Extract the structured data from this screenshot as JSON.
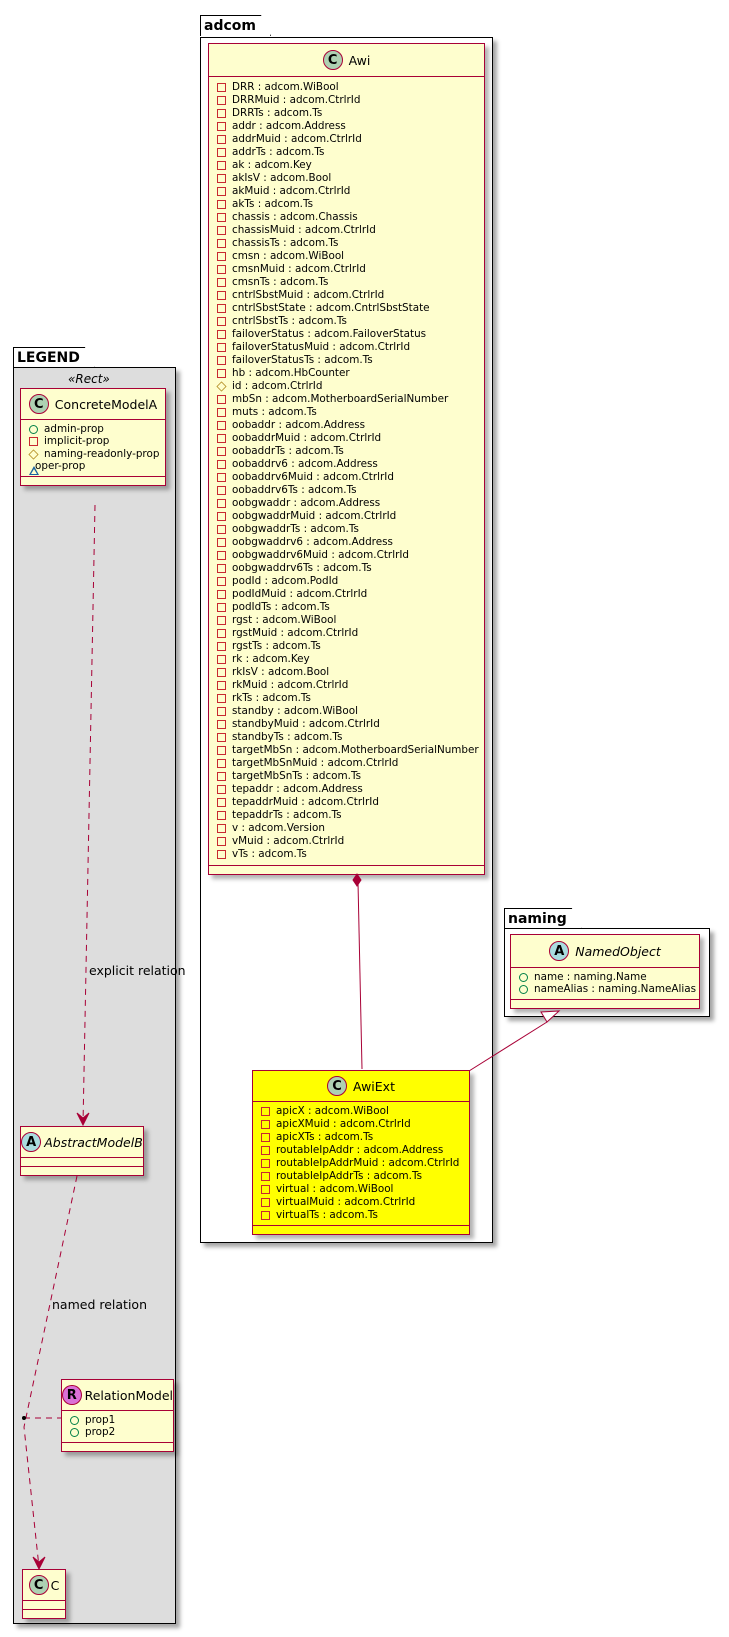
{
  "packages": {
    "legend": {
      "title": "LEGEND"
    },
    "adcom": {
      "title": "adcom"
    },
    "naming": {
      "title": "naming"
    }
  },
  "legend": {
    "stereotype": "«Rect»",
    "concrete_model": {
      "icon": "C",
      "name": "ConcreteModelA",
      "attributes": [
        {
          "visibility": "public",
          "text": "admin-prop"
        },
        {
          "visibility": "private",
          "text": "implicit-prop"
        },
        {
          "visibility": "protected",
          "text": "naming-readonly-prop"
        },
        {
          "visibility": "package",
          "text": "oper-prop"
        }
      ]
    },
    "abstract_model": {
      "icon": "A",
      "name": "AbstractModelB"
    },
    "relation_model": {
      "icon": "R",
      "name": "RelationModel",
      "attributes": [
        {
          "visibility": "public",
          "text": "prop1"
        },
        {
          "visibility": "public",
          "text": "prop2"
        }
      ]
    },
    "class_c": {
      "icon": "C",
      "name": "C"
    },
    "explicit_relation_label": "explicit relation",
    "named_relation_label": "named relation"
  },
  "awi": {
    "icon": "C",
    "name": "Awi",
    "attributes": [
      {
        "visibility": "private",
        "text": "DRR : adcom.WiBool"
      },
      {
        "visibility": "private",
        "text": "DRRMuid : adcom.CtrlrId"
      },
      {
        "visibility": "private",
        "text": "DRRTs : adcom.Ts"
      },
      {
        "visibility": "private",
        "text": "addr : adcom.Address"
      },
      {
        "visibility": "private",
        "text": "addrMuid : adcom.CtrlrId"
      },
      {
        "visibility": "private",
        "text": "addrTs : adcom.Ts"
      },
      {
        "visibility": "private",
        "text": "ak : adcom.Key"
      },
      {
        "visibility": "private",
        "text": "akIsV : adcom.Bool"
      },
      {
        "visibility": "private",
        "text": "akMuid : adcom.CtrlrId"
      },
      {
        "visibility": "private",
        "text": "akTs : adcom.Ts"
      },
      {
        "visibility": "private",
        "text": "chassis : adcom.Chassis"
      },
      {
        "visibility": "private",
        "text": "chassisMuid : adcom.CtrlrId"
      },
      {
        "visibility": "private",
        "text": "chassisTs : adcom.Ts"
      },
      {
        "visibility": "private",
        "text": "cmsn : adcom.WiBool"
      },
      {
        "visibility": "private",
        "text": "cmsnMuid : adcom.CtrlrId"
      },
      {
        "visibility": "private",
        "text": "cmsnTs : adcom.Ts"
      },
      {
        "visibility": "private",
        "text": "cntrlSbstMuid : adcom.CtrlrId"
      },
      {
        "visibility": "private",
        "text": "cntrlSbstState : adcom.CntrlSbstState"
      },
      {
        "visibility": "private",
        "text": "cntrlSbstTs : adcom.Ts"
      },
      {
        "visibility": "private",
        "text": "failoverStatus : adcom.FailoverStatus"
      },
      {
        "visibility": "private",
        "text": "failoverStatusMuid : adcom.CtrlrId"
      },
      {
        "visibility": "private",
        "text": "failoverStatusTs : adcom.Ts"
      },
      {
        "visibility": "private",
        "text": "hb : adcom.HbCounter"
      },
      {
        "visibility": "protected",
        "text": "id : adcom.CtrlrId"
      },
      {
        "visibility": "private",
        "text": "mbSn : adcom.MotherboardSerialNumber"
      },
      {
        "visibility": "private",
        "text": "muts : adcom.Ts"
      },
      {
        "visibility": "private",
        "text": "oobaddr : adcom.Address"
      },
      {
        "visibility": "private",
        "text": "oobaddrMuid : adcom.CtrlrId"
      },
      {
        "visibility": "private",
        "text": "oobaddrTs : adcom.Ts"
      },
      {
        "visibility": "private",
        "text": "oobaddrv6 : adcom.Address"
      },
      {
        "visibility": "private",
        "text": "oobaddrv6Muid : adcom.CtrlrId"
      },
      {
        "visibility": "private",
        "text": "oobaddrv6Ts : adcom.Ts"
      },
      {
        "visibility": "private",
        "text": "oobgwaddr : adcom.Address"
      },
      {
        "visibility": "private",
        "text": "oobgwaddrMuid : adcom.CtrlrId"
      },
      {
        "visibility": "private",
        "text": "oobgwaddrTs : adcom.Ts"
      },
      {
        "visibility": "private",
        "text": "oobgwaddrv6 : adcom.Address"
      },
      {
        "visibility": "private",
        "text": "oobgwaddrv6Muid : adcom.CtrlrId"
      },
      {
        "visibility": "private",
        "text": "oobgwaddrv6Ts : adcom.Ts"
      },
      {
        "visibility": "private",
        "text": "podId : adcom.PodId"
      },
      {
        "visibility": "private",
        "text": "podIdMuid : adcom.CtrlrId"
      },
      {
        "visibility": "private",
        "text": "podIdTs : adcom.Ts"
      },
      {
        "visibility": "private",
        "text": "rgst : adcom.WiBool"
      },
      {
        "visibility": "private",
        "text": "rgstMuid : adcom.CtrlrId"
      },
      {
        "visibility": "private",
        "text": "rgstTs : adcom.Ts"
      },
      {
        "visibility": "private",
        "text": "rk : adcom.Key"
      },
      {
        "visibility": "private",
        "text": "rkIsV : adcom.Bool"
      },
      {
        "visibility": "private",
        "text": "rkMuid : adcom.CtrlrId"
      },
      {
        "visibility": "private",
        "text": "rkTs : adcom.Ts"
      },
      {
        "visibility": "private",
        "text": "standby : adcom.WiBool"
      },
      {
        "visibility": "private",
        "text": "standbyMuid : adcom.CtrlrId"
      },
      {
        "visibility": "private",
        "text": "standbyTs : adcom.Ts"
      },
      {
        "visibility": "private",
        "text": "targetMbSn : adcom.MotherboardSerialNumber"
      },
      {
        "visibility": "private",
        "text": "targetMbSnMuid : adcom.CtrlrId"
      },
      {
        "visibility": "private",
        "text": "targetMbSnTs : adcom.Ts"
      },
      {
        "visibility": "private",
        "text": "tepaddr : adcom.Address"
      },
      {
        "visibility": "private",
        "text": "tepaddrMuid : adcom.CtrlrId"
      },
      {
        "visibility": "private",
        "text": "tepaddrTs : adcom.Ts"
      },
      {
        "visibility": "private",
        "text": "v : adcom.Version"
      },
      {
        "visibility": "private",
        "text": "vMuid : adcom.CtrlrId"
      },
      {
        "visibility": "private",
        "text": "vTs : adcom.Ts"
      }
    ]
  },
  "awiext": {
    "icon": "C",
    "name": "AwiExt",
    "highlight_color": "#ffff00",
    "attributes": [
      {
        "visibility": "private",
        "text": "apicX : adcom.WiBool"
      },
      {
        "visibility": "private",
        "text": "apicXMuid : adcom.CtrlrId"
      },
      {
        "visibility": "private",
        "text": "apicXTs : adcom.Ts"
      },
      {
        "visibility": "private",
        "text": "routableIpAddr : adcom.Address"
      },
      {
        "visibility": "private",
        "text": "routableIpAddrMuid : adcom.CtrlrId"
      },
      {
        "visibility": "private",
        "text": "routableIpAddrTs : adcom.Ts"
      },
      {
        "visibility": "private",
        "text": "virtual : adcom.WiBool"
      },
      {
        "visibility": "private",
        "text": "virtualMuid : adcom.CtrlrId"
      },
      {
        "visibility": "private",
        "text": "virtualTs : adcom.Ts"
      }
    ]
  },
  "named_object": {
    "icon": "A",
    "name": "NamedObject",
    "attributes": [
      {
        "visibility": "public",
        "text": "name : naming.Name"
      },
      {
        "visibility": "public",
        "text": "nameAlias : naming.NameAlias"
      }
    ]
  },
  "colors": {
    "class_fill": "#fefece",
    "class_border": "#a80036",
    "legend_fill": "#dddddd",
    "highlight": "#ffff00"
  }
}
